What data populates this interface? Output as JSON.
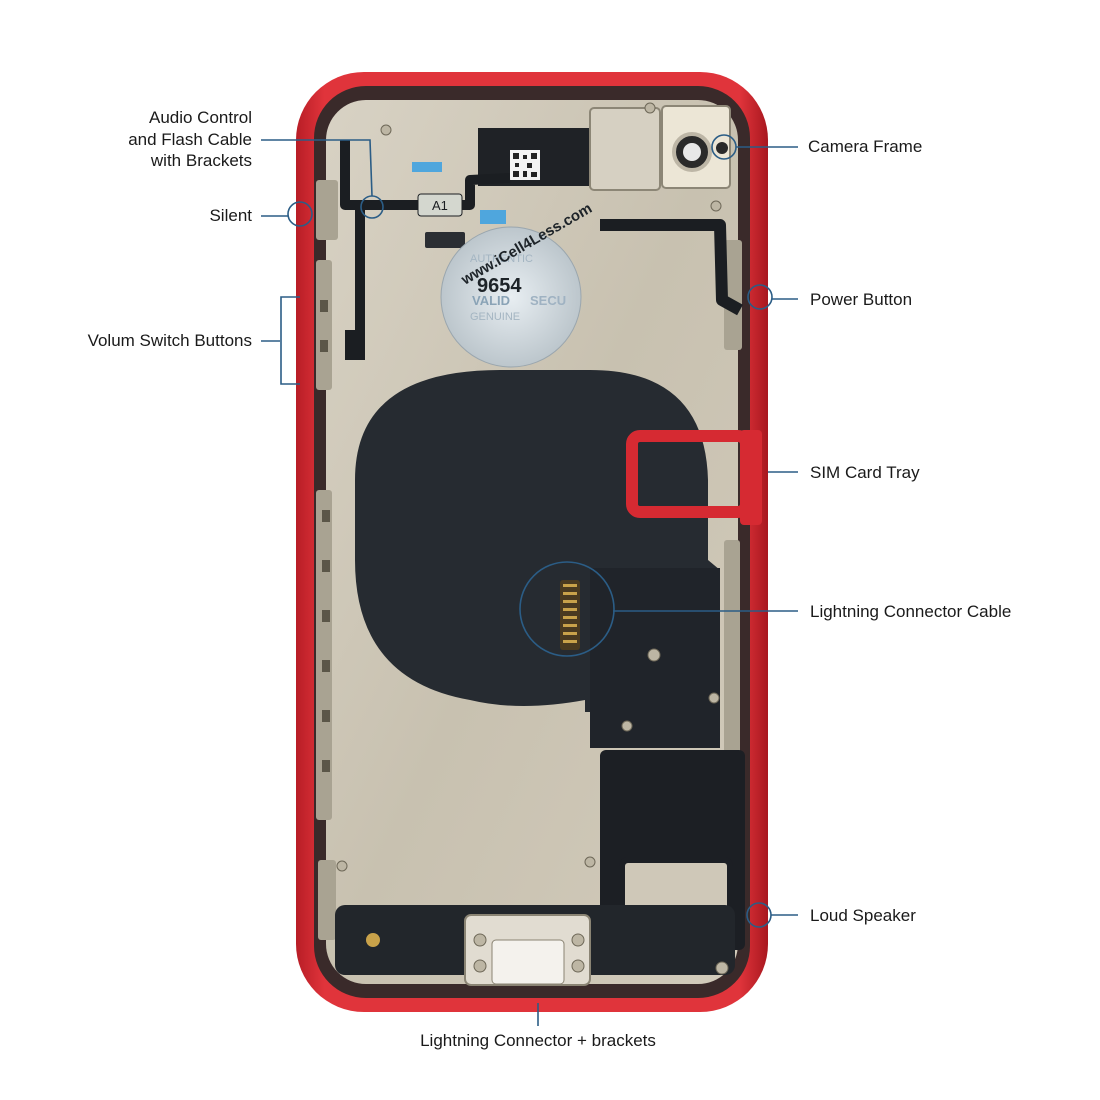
{
  "colors": {
    "callout_line": "#2b5d86",
    "frame_red": "#d62a32",
    "plate_silver": "#cfc8b8",
    "coil_black": "#252a2f"
  },
  "callouts": {
    "audio_control": {
      "lines": [
        "Audio Control",
        "and Flash Cable",
        "with Brackets"
      ]
    },
    "silent": {
      "text": "Silent"
    },
    "volume": {
      "text": "Volum Switch Buttons"
    },
    "camera_frame": {
      "text": "Camera Frame"
    },
    "power_button": {
      "text": "Power Button"
    },
    "sim_tray": {
      "text": "SIM Card Tray"
    },
    "lightning_cable": {
      "text": "Lightning Connector Cable"
    },
    "loud_speaker": {
      "text": "Loud Speaker"
    },
    "lightning_connector": {
      "text": "Lightning Connector + brackets"
    }
  },
  "sticker": {
    "site": "www.iCell4Less.com",
    "code": "9654",
    "words": [
      "VALID",
      "SECU",
      "GENUINE",
      "AUTHENTIC"
    ]
  },
  "flex_tag": "A1"
}
